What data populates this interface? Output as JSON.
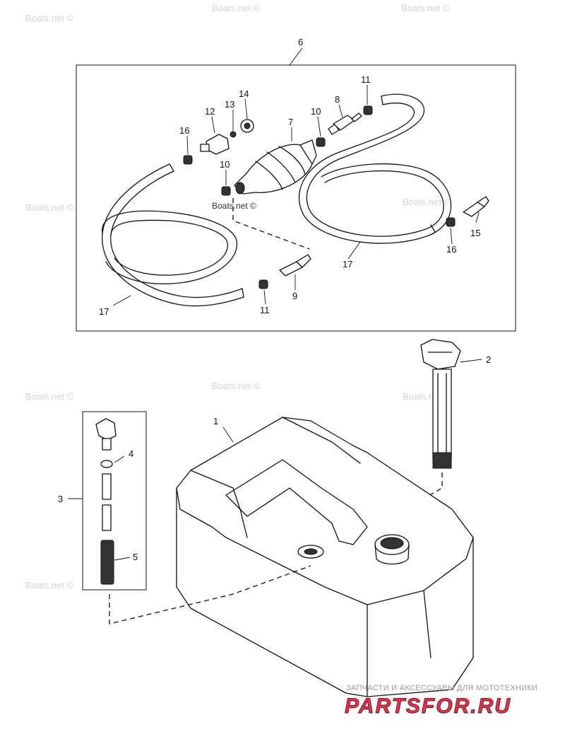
{
  "diagram": {
    "callouts": [
      {
        "id": "6",
        "text": "6"
      },
      {
        "id": "11a",
        "text": "11"
      },
      {
        "id": "8",
        "text": "8"
      },
      {
        "id": "14",
        "text": "14"
      },
      {
        "id": "13",
        "text": "13"
      },
      {
        "id": "12",
        "text": "12"
      },
      {
        "id": "10a",
        "text": "10"
      },
      {
        "id": "7",
        "text": "7"
      },
      {
        "id": "16a",
        "text": "16"
      },
      {
        "id": "10b",
        "text": "10"
      },
      {
        "id": "15",
        "text": "15"
      },
      {
        "id": "16b",
        "text": "16"
      },
      {
        "id": "17a",
        "text": "17"
      },
      {
        "id": "9",
        "text": "9"
      },
      {
        "id": "11b",
        "text": "11"
      },
      {
        "id": "17b",
        "text": "17"
      },
      {
        "id": "2",
        "text": "2"
      },
      {
        "id": "1",
        "text": "1"
      },
      {
        "id": "4",
        "text": "4"
      },
      {
        "id": "3",
        "text": "3"
      },
      {
        "id": "5",
        "text": "5"
      }
    ],
    "watermark_text": "Boats.net ©",
    "part_stamp": "Boats.net ©",
    "site_tagline": "ЗАПЧАСТИ И АКСЕССУАРЫ ДЛЯ МОТОТЕХНИКИ",
    "site_logo": "PARTSFOR.RU",
    "colors": {
      "line": "#111111",
      "watermark": "#d4d4d4",
      "logo": "#e0364a",
      "logo_outline": "#7a1020"
    }
  }
}
